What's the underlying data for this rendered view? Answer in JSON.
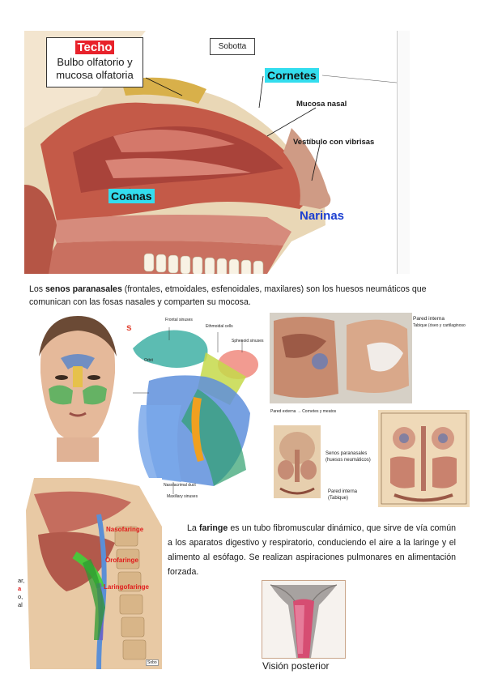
{
  "fig1": {
    "techo_box": {
      "title": "Techo",
      "line1": "Bulbo olfatorio y",
      "line2": "mucosa olfatoria"
    },
    "sobotta": "Sobotta",
    "cornetes": "Cornetes",
    "mucosa": "Mucosa nasal",
    "vestibulo": "Vestíbulo con vibrisas",
    "coanas": "Coanas",
    "narinas": "Narinas",
    "colors": {
      "techo_bg": "#e8222b",
      "highlight": "#33ddee",
      "narinas": "#1c3fd1"
    }
  },
  "paragraph1": {
    "pre": "Los ",
    "bold": "senos paranasales",
    "post": " (frontales, etmoidales, esfenoidales, maxilares) son los huesos neumáticos que comunican con las fosas nasales y comparten su mocosa."
  },
  "fig3": {
    "frontal": "Frontal sinuses",
    "ethmoid": "Ethmoidal cells",
    "sphenoid": "Sphenoid sinuses",
    "orbit": "Orbit",
    "nasolacrimal": "Nasolacrimal duct",
    "maxillary": "Maxillary sinuses"
  },
  "fig4": {
    "pared_interna": "Pared interna",
    "tabique": "Tabique (óseo y cartilaginoso",
    "pared_externa": "Pared externa → Cornetes y meatos"
  },
  "fig5": {
    "senos": "Senos paranasales",
    "huesos": "(huesos neumáticos)",
    "pared_interna": "Pared interna",
    "tabique": "(Tabique)"
  },
  "fig6": {
    "naso": "Nasofaringe",
    "oro": "Orofaringe",
    "laringo": "Laringofaringe",
    "sobotta": "Sobo",
    "cut_text": [
      "ar,",
      "a",
      "o,",
      "al"
    ]
  },
  "paragraph2": {
    "pre": "La ",
    "bold": "faringe",
    "post": " es un tubo fibromuscular dinámico, que sirve de vía común a los aparatos digestivo y respiratorio, conduciendo el aire a la laringe y el alimento al esófago. Se realizan aspiraciones pulmonares en alimentación forzada."
  },
  "fig7": {
    "caption": "Visión posterior"
  }
}
